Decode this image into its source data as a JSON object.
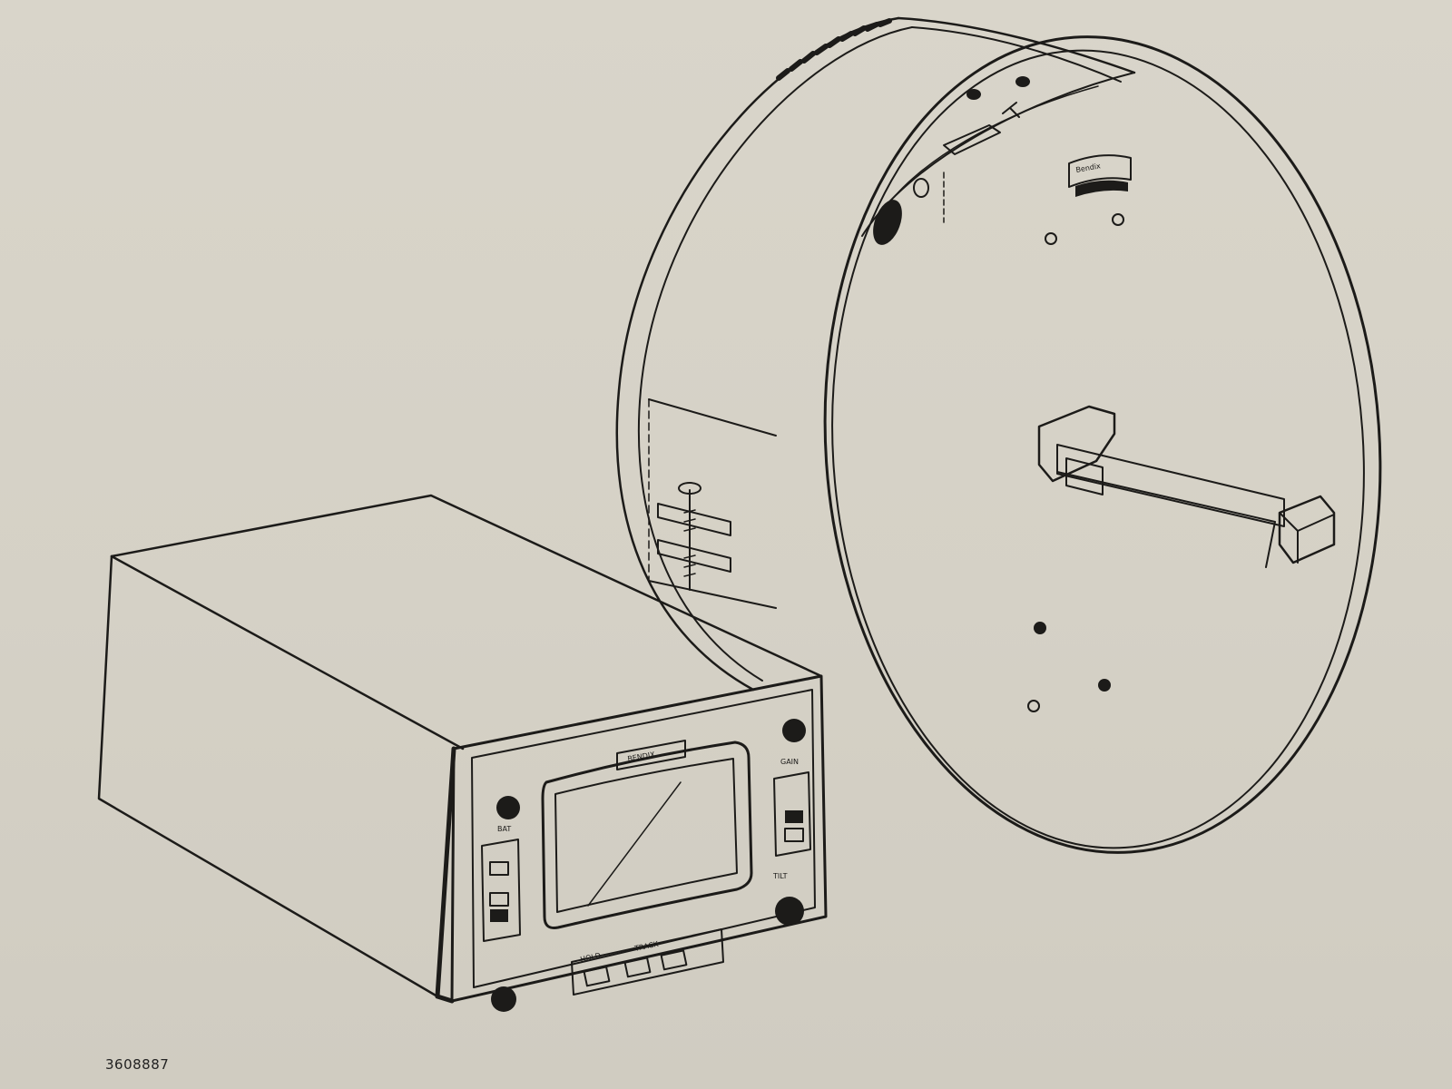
{
  "figure": {
    "number": "3608887"
  },
  "indicator": {
    "nameplate": "BENDIX",
    "labels": {
      "bat": "BAT",
      "gain": "GAIN",
      "hold": "HOLD",
      "track": "TRACK",
      "tilt": "TILT"
    }
  },
  "antenna": {
    "logo": "Bendix"
  }
}
